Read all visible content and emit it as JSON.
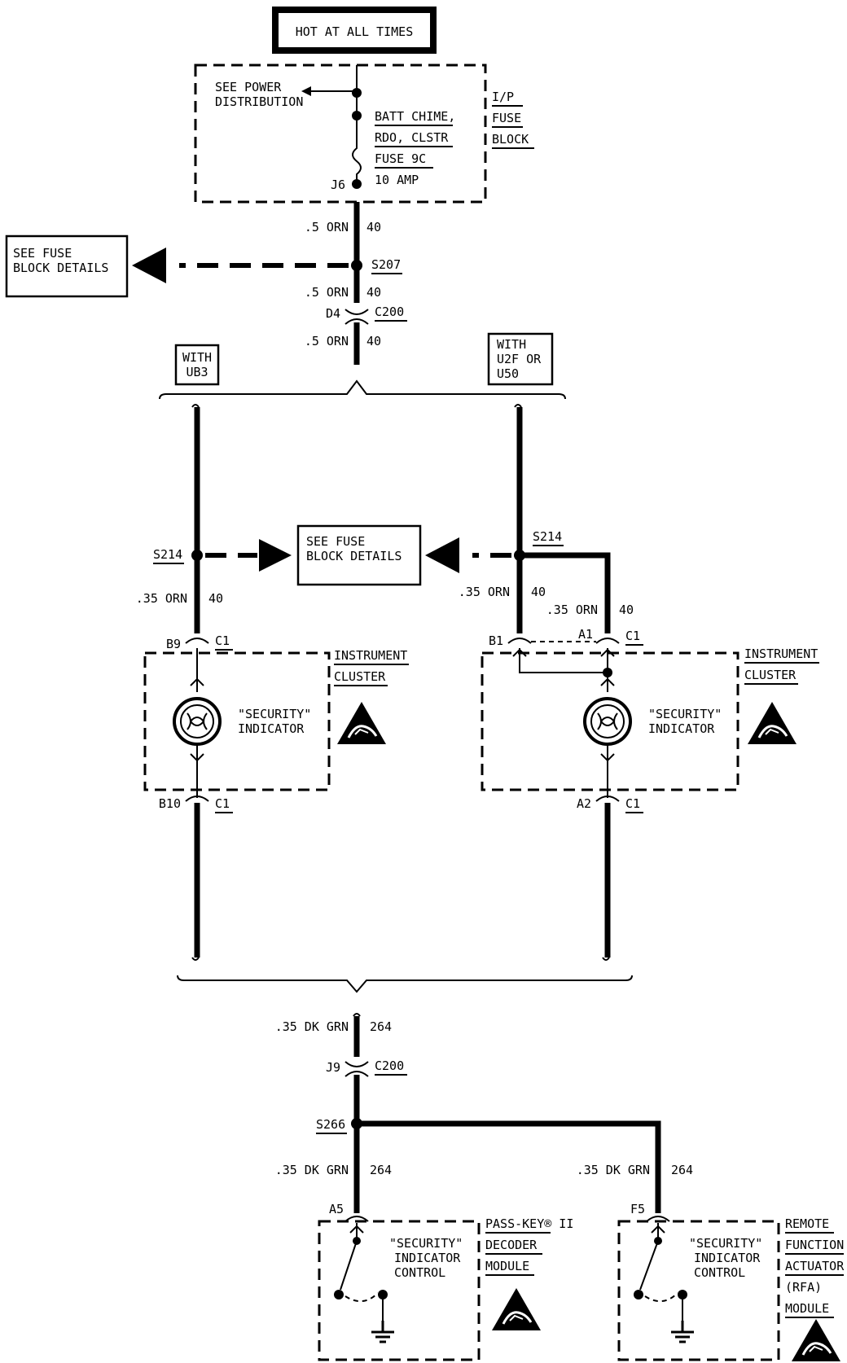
{
  "hot_label": "HOT AT ALL TIMES",
  "fuse_block": {
    "see_power": [
      "SEE POWER",
      "DISTRIBUTION"
    ],
    "fuse_lines": [
      "BATT CHIME,",
      "RDO, CLSTR",
      "FUSE 9C",
      "10 AMP"
    ],
    "terminal": "J6",
    "title": [
      "I/P",
      "FUSE",
      "BLOCK"
    ]
  },
  "upper_wires": [
    {
      "size": ".5 ORN",
      "circuit": "40"
    },
    {
      "size": ".5 ORN",
      "circuit": "40"
    },
    {
      "size": ".5 ORN",
      "circuit": "40"
    }
  ],
  "splice_top": "S207",
  "see_fuse_details": [
    "SEE FUSE",
    "BLOCK DETAILS"
  ],
  "connector_c200_upper": {
    "pin": "D4",
    "name": "C200"
  },
  "option_left": [
    "WITH",
    "UB3"
  ],
  "option_right": [
    "WITH",
    "U2F OR",
    "U50"
  ],
  "left_branch": {
    "splice": "S214",
    "wire_size": ".35 ORN",
    "wire_circuit": "40",
    "pin_top": "B9",
    "conn_top": "C1",
    "pin_bottom": "B10",
    "conn_bottom": "C1",
    "indicator": [
      "\"SECURITY\"",
      "INDICATOR"
    ],
    "module": [
      "INSTRUMENT",
      "CLUSTER"
    ]
  },
  "right_branch": {
    "splice": "S214",
    "wire1_size": ".35 ORN",
    "wire1_circuit": "40",
    "wire2_size": ".35 ORN",
    "wire2_circuit": "40",
    "pin_b1": "B1",
    "pin_a1": "A1",
    "conn_top": "C1",
    "pin_bottom": "A2",
    "conn_bottom": "C1",
    "indicator": [
      "\"SECURITY\"",
      "INDICATOR"
    ],
    "module": [
      "INSTRUMENT",
      "CLUSTER"
    ]
  },
  "lower": {
    "wire_size": ".35 DK GRN",
    "wire_circuit": "264",
    "c200_pin": "J9",
    "c200_name": "C200",
    "splice": "S266",
    "left_wire_size": ".35 DK GRN",
    "left_wire_circuit": "264",
    "right_wire_size": ".35 DK GRN",
    "right_wire_circuit": "264",
    "left_pin": "A5",
    "right_pin": "F5",
    "control": [
      "\"SECURITY\"",
      "INDICATOR",
      "CONTROL"
    ],
    "left_module": [
      "PASS-KEY® II",
      "DECODER",
      "MODULE"
    ],
    "right_module": [
      "REMOTE",
      "FUNCTION",
      "ACTUATOR",
      "(RFA)",
      "MODULE"
    ]
  }
}
